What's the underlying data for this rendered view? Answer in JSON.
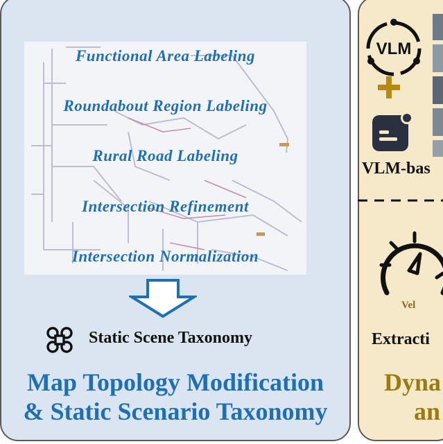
{
  "left_panel": {
    "steps": [
      "Functional Area Labeling",
      "Roundabout Region Labeling",
      "Rural Road Labeling",
      "Intersection Refinement",
      "Intersection Normalization"
    ],
    "taxonomy_label": "Static Scene Taxonomy",
    "title_line1": "Map Topology Modification",
    "title_line2": "& Static Scenario Taxonomy"
  },
  "right_panel": {
    "vlm_icon_text": "VLM",
    "vlm_label": "VLM-bas",
    "vel_label": "Vel",
    "extract_label": "Extracti",
    "title_line1": "Dyna",
    "title_line2": "an"
  },
  "colors": {
    "left_bg": "#dbe5f1",
    "right_bg": "#f6e9c9",
    "blue_accent": "#1f6fb3",
    "gold_accent": "#9a7b12"
  }
}
